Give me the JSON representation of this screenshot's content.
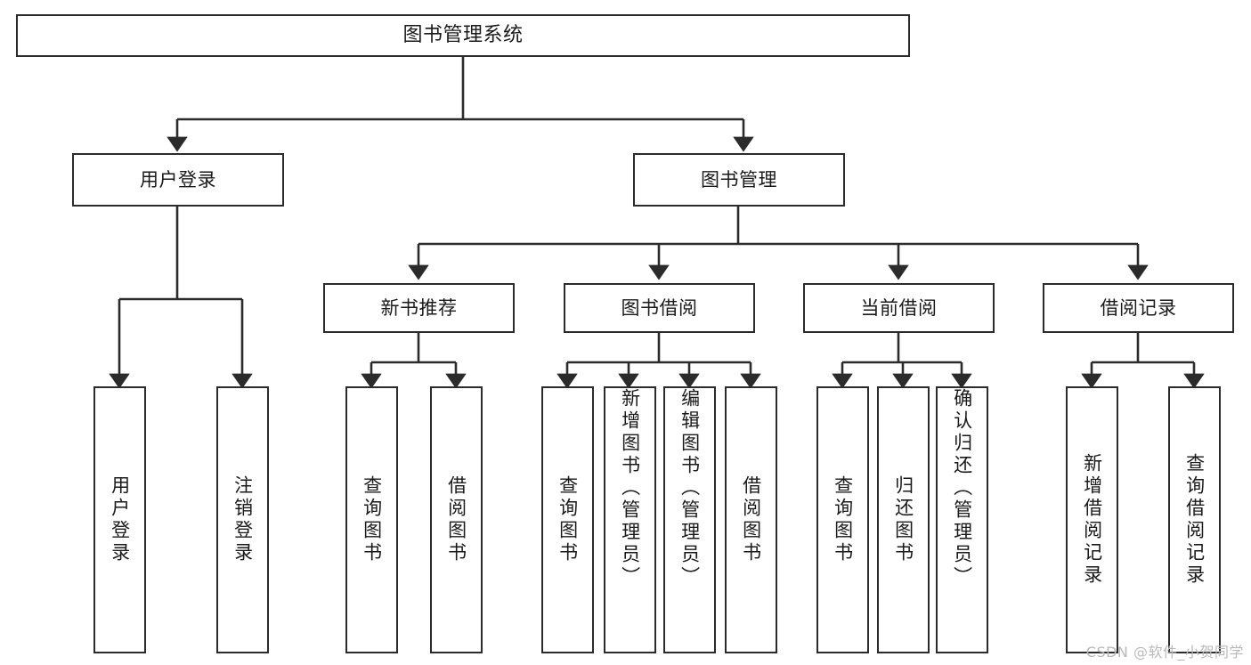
{
  "diagram": {
    "title": "图书管理系统",
    "stroke_color": "#2b2b2b",
    "background_color": "#ffffff",
    "text_color": "#1a1a1a",
    "watermark": "CSDN @软件_小贺同学"
  },
  "nodes": {
    "root": {
      "label": "图书管理系统"
    },
    "level1": [
      {
        "label": "用户登录"
      },
      {
        "label": "图书管理"
      }
    ],
    "level2": [
      {
        "label": "新书推荐"
      },
      {
        "label": "图书借阅"
      },
      {
        "label": "当前借阅"
      },
      {
        "label": "借阅记录"
      }
    ],
    "leaves": {
      "user_login": [
        {
          "label": "用户登录"
        },
        {
          "label": "注销登录"
        }
      ],
      "new_book_recommend": [
        {
          "label": "查询图书"
        },
        {
          "label": "借阅图书"
        }
      ],
      "book_borrow": [
        {
          "label": "查询图书"
        },
        {
          "label": "新增图书（管理员）"
        },
        {
          "label": "编辑图书（管理员）"
        },
        {
          "label": "借阅图书"
        }
      ],
      "current_borrow": [
        {
          "label": "查询图书"
        },
        {
          "label": "归还图书"
        },
        {
          "label": "确认归还（管理员）"
        }
      ],
      "borrow_record": [
        {
          "label": "新增借阅记录"
        },
        {
          "label": "查询借阅记录"
        }
      ]
    }
  }
}
